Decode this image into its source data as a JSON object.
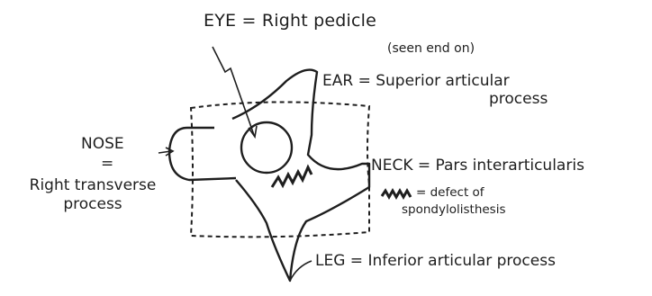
{
  "labels": {
    "eye": "EYE = Right pedicle",
    "seen_end_on": "(seen end on)",
    "ear_line1": "EAR = Superior articular",
    "ear_line2": "process",
    "nose": "NOSE",
    "nose_equals": "=",
    "nose_def_line1": "Right transverse",
    "nose_def_line2": "process",
    "neck": "NECK = Pars interarticularis",
    "defect_equals": "= defect of",
    "defect_line2": "spondylolisthesis",
    "leg": "LEG = Inferior articular process"
  },
  "colors": {
    "ink": "#1e1e1e",
    "background": "#ffffff"
  }
}
